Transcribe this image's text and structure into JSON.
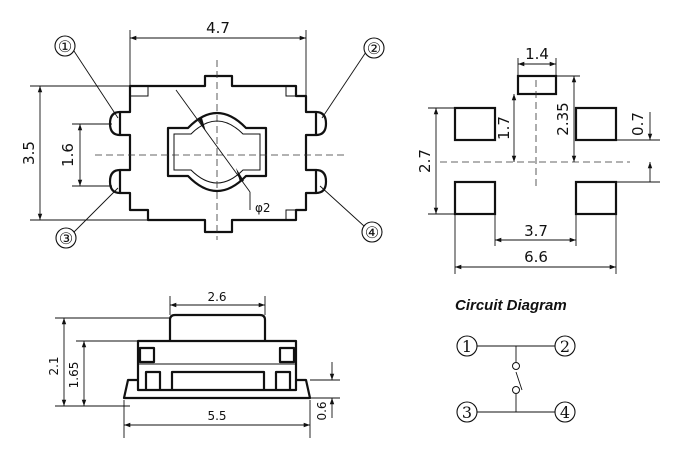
{
  "top_view": {
    "width_label": "4.7",
    "height_label": "3.5",
    "inner_height_label": "1.6",
    "actuator_label": "φ2",
    "pins": [
      "①",
      "②",
      "③",
      "④"
    ]
  },
  "footprint": {
    "pad_width_label": "1.4",
    "pad_offset_label": "1.7",
    "pad_reach_label": "2.35",
    "pad_height_label": "0.7",
    "vertical_span_label": "2.7",
    "inner_span_label": "3.7",
    "outer_span_label": "6.6"
  },
  "side_view": {
    "actuator_width_label": "2.6",
    "total_height_label": "2.1",
    "body_height_label": "1.65",
    "base_width_label": "5.5",
    "lead_height_label": "0.6"
  },
  "circuit": {
    "title": "Circuit Diagram",
    "pins": [
      "1",
      "2",
      "3",
      "4"
    ]
  }
}
